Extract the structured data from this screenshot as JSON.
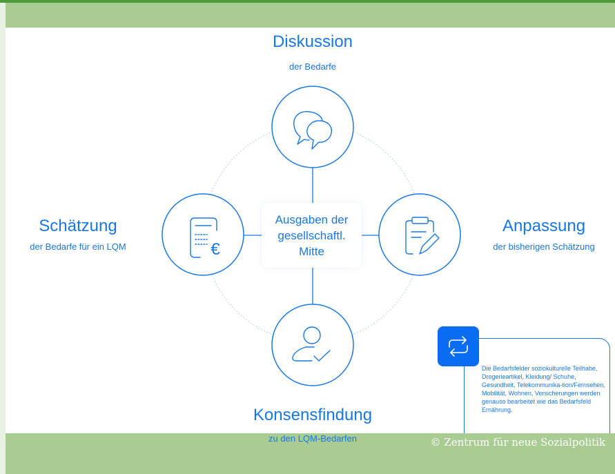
{
  "nodes": {
    "top": {
      "title": "Diskussion",
      "subtitle": "der Bedarfe"
    },
    "left": {
      "title": "Schätzung",
      "subtitle": "der Bedarfe für ein LQM"
    },
    "right": {
      "title": "Anpassung",
      "subtitle": "der bisherigen Schätzung"
    },
    "bottom": {
      "title": "Konsensfindung",
      "subtitle": "zu den LQM-Bedarfen"
    }
  },
  "center": {
    "label": "Ausgaben der\ngesellschaftl.\nMitte"
  },
  "note": {
    "text": "Die Bedarfsfelder soziokulturelle Teilhabe, Drogerieartikel, Kleidung/ Schuhe, Gesundheit, Telekommunika-tion/Fernsehen, Mobilität, Wohnen, Versicherungen werden genauso bearbeitet wie das Bedarfsfeld Ernährung."
  },
  "icons": {
    "top": "speech-bubbles-icon",
    "left": "calculator-euro-icon",
    "right": "clipboard-edit-icon",
    "bottom": "person-check-icon",
    "note": "refresh-cycle-icon"
  },
  "footer": {
    "copyright": "© Zentrum für neue Sozialpolitik"
  },
  "colors": {
    "accent": "#1877e6",
    "band": "#a9cc93",
    "icon_bg": "#0a6cf0"
  }
}
